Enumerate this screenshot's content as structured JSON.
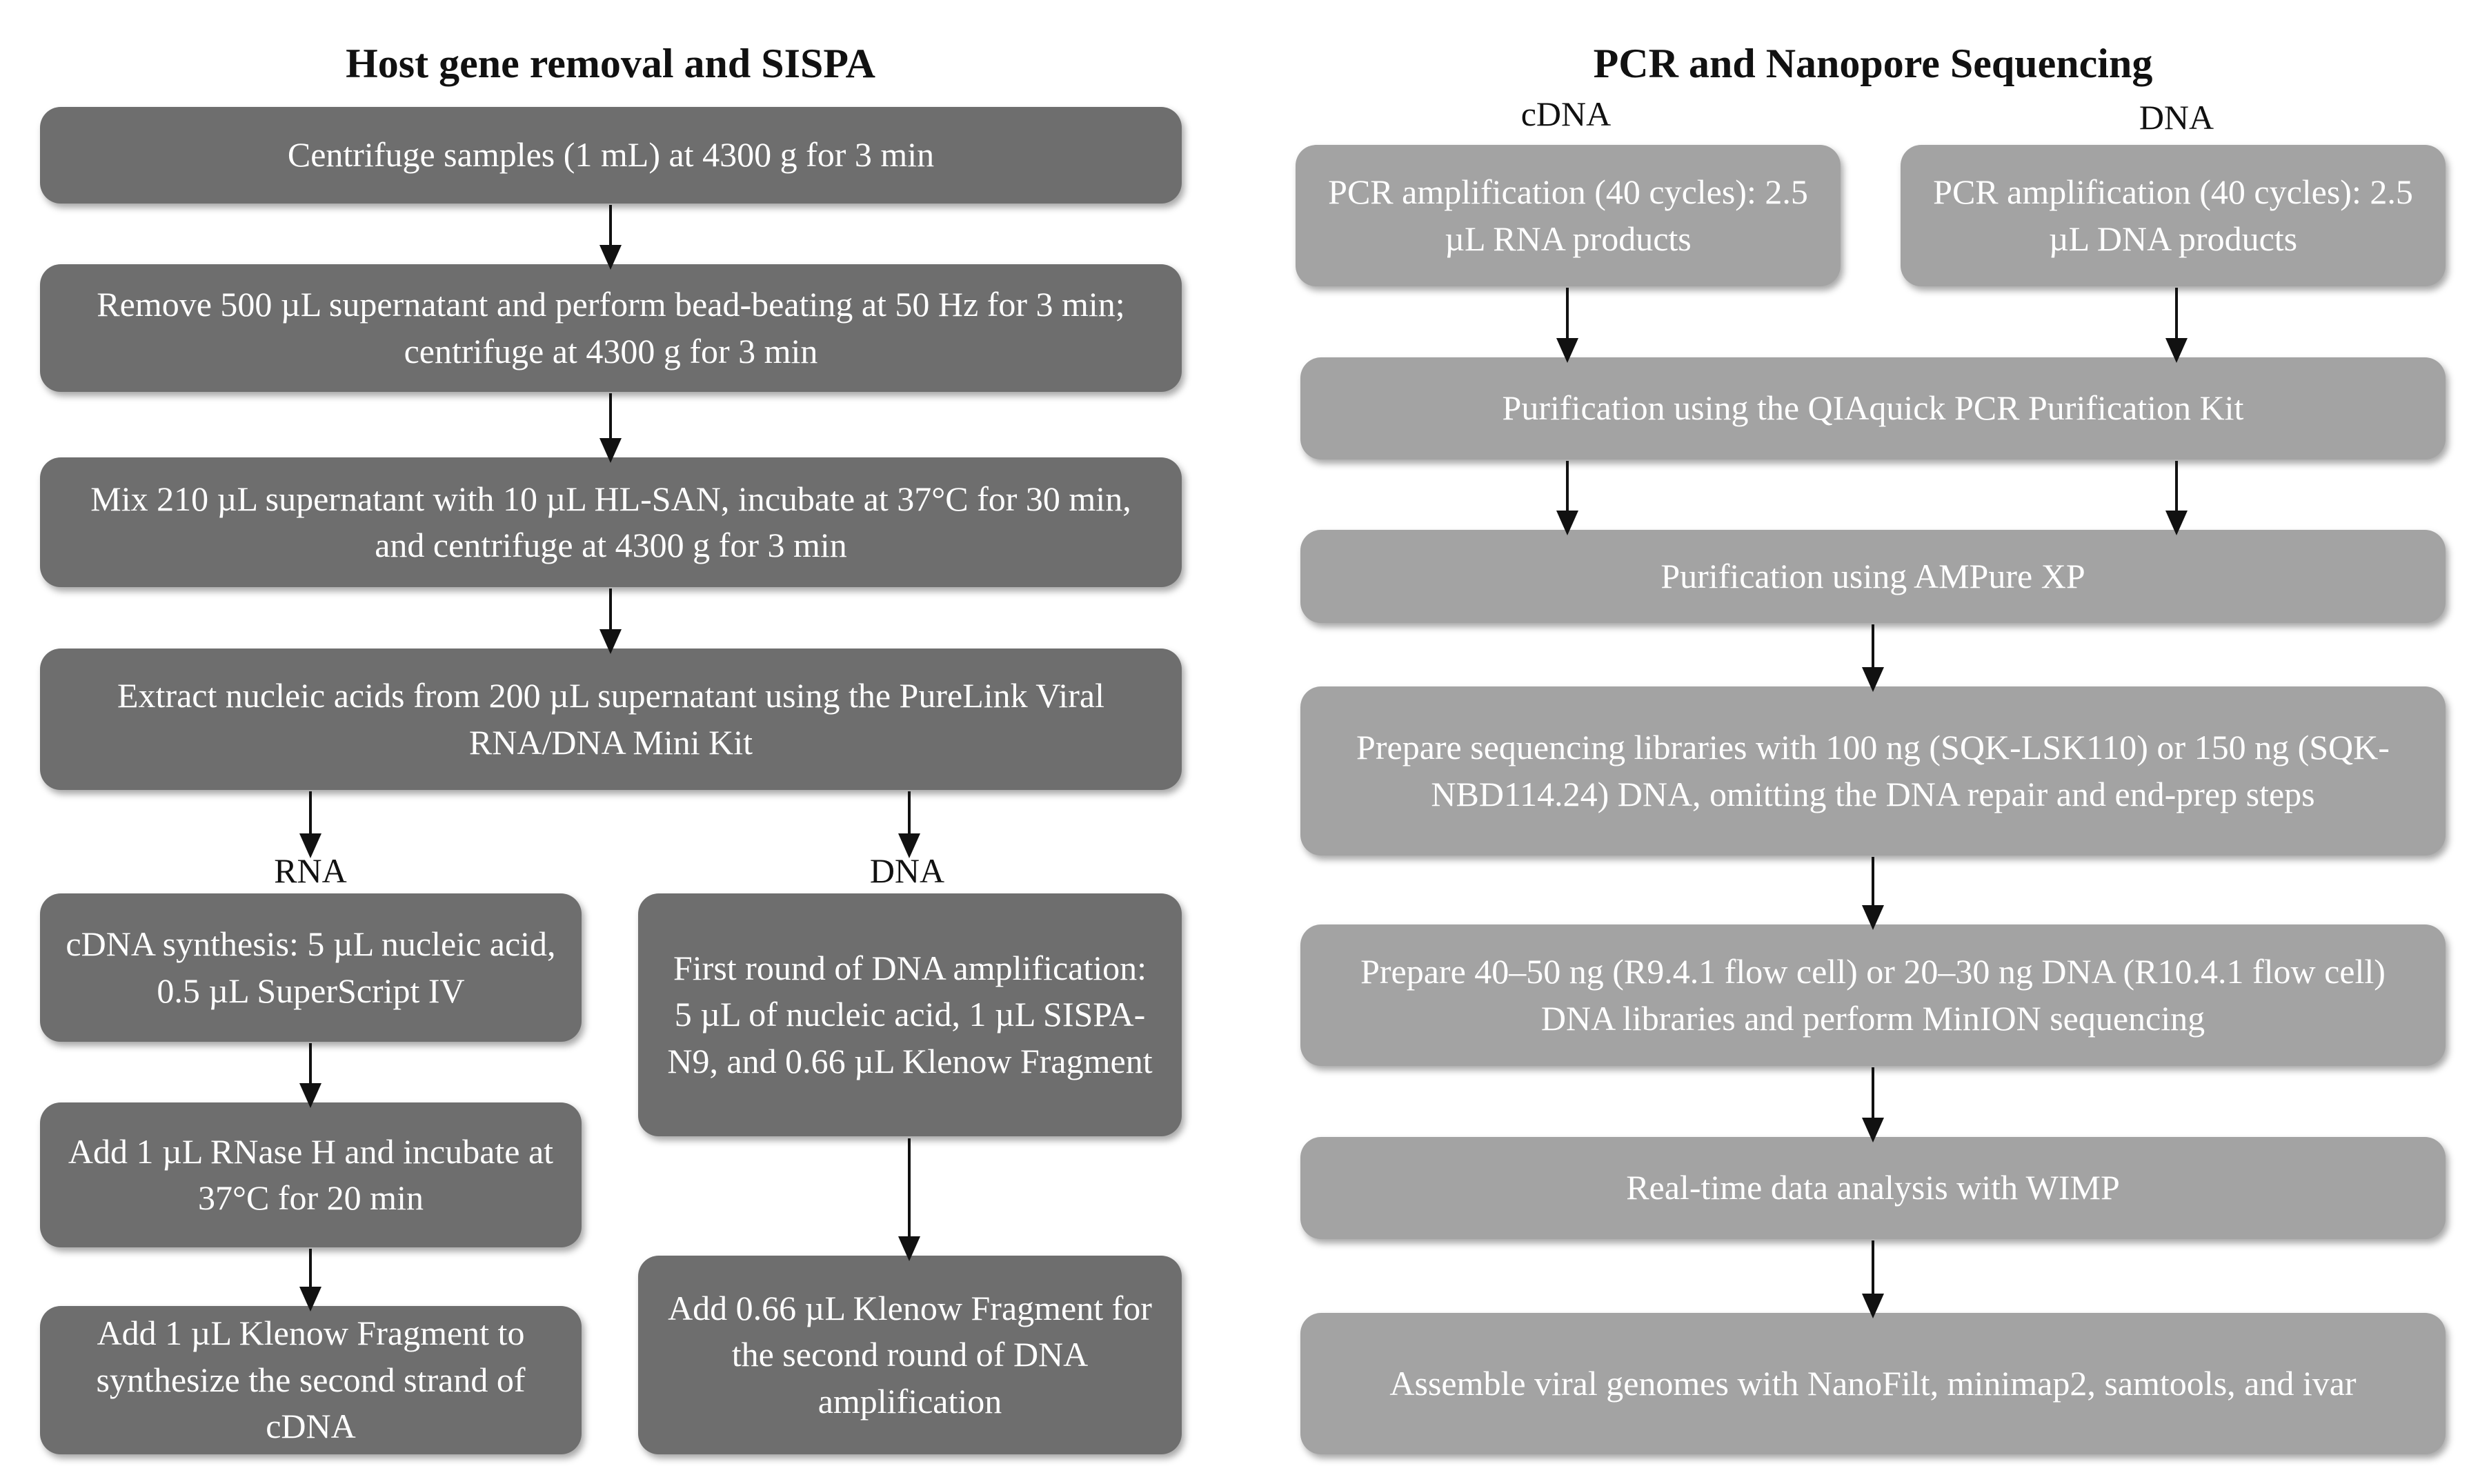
{
  "left": {
    "title": "Host gene removal and SISPA",
    "steps": [
      "Centrifuge samples (1 mL) at 4300 g for 3 min",
      "Remove 500 µL supernatant and perform bead-beating at 50 Hz for 3 min; centrifuge at 4300 g for 3 min",
      "Mix 210 µL supernatant with 10 µL HL-SAN, incubate at 37°C for 30 min, and centrifuge at 4300 g for 3 min",
      "Extract nucleic acids from 200 µL supernatant using the PureLink Viral RNA/DNA Mini Kit"
    ],
    "rna_label": "RNA",
    "dna_label": "DNA",
    "rna_steps": [
      "cDNA synthesis: 5 µL nucleic acid, 0.5 µL SuperScript IV",
      "Add 1 µL RNase H and incubate at 37°C for 20 min",
      "Add 1 µL Klenow Fragment to synthesize the second strand of cDNA"
    ],
    "dna_steps": [
      "First round of DNA amplification: 5 µL of nucleic acid, 1 µL SISPA-N9, and 0.66 µL Klenow Fragment",
      "Add 0.66 µL Klenow Fragment for the second round of DNA amplification"
    ]
  },
  "right": {
    "title": "PCR and Nanopore Sequencing",
    "cdna_label": "cDNA",
    "dna_label": "DNA",
    "pcr_cdna": "PCR amplification (40 cycles): 2.5 µL RNA products",
    "pcr_dna": "PCR amplification (40 cycles): 2.5 µL DNA products",
    "steps": [
      "Purification using the QIAquick PCR Purification Kit",
      "Purification using AMPure XP",
      "Prepare sequencing libraries with 100 ng (SQK-LSK110) or 150 ng (SQK-NBD114.24) DNA, omitting the DNA repair and end-prep steps",
      "Prepare 40–50 ng (R9.4.1 flow cell) or 20–30 ng DNA (R10.4.1 flow cell) DNA libraries and perform MinION sequencing",
      "Real-time data analysis with WIMP",
      "Assemble viral genomes with NanoFilt, minimap2, samtools, and ivar"
    ]
  },
  "colors": {
    "left_box": "#6e6e6e",
    "right_box": "#a3a3a3",
    "box_text": "#ffffff",
    "arrow": "#111111"
  }
}
